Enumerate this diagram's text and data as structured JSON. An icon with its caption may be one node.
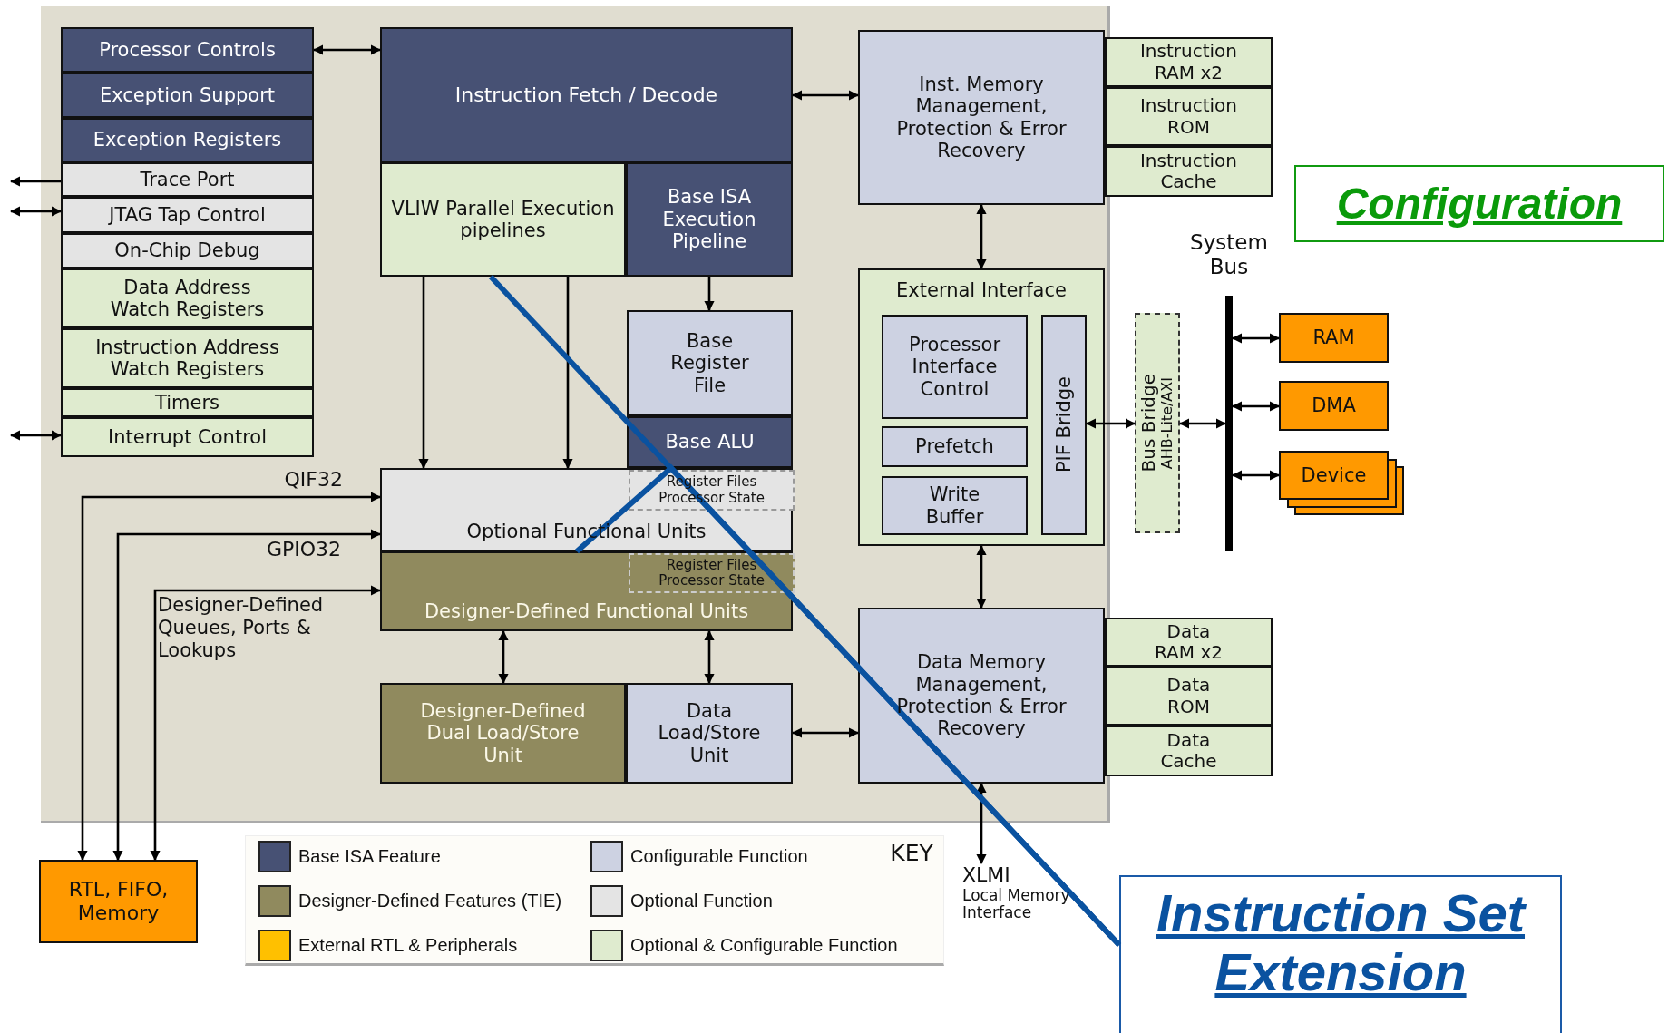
{
  "diagram": {
    "nodes": [
      {
        "text": [
          "Processor Controls"
        ]
      },
      {
        "text": [
          "Exception Support"
        ]
      },
      {
        "text": [
          "Exception Registers"
        ]
      },
      {
        "text": [
          "Trace Port"
        ]
      },
      {
        "text": [
          "JTAG Tap Control"
        ]
      },
      {
        "text": [
          "On-Chip Debug"
        ]
      },
      {
        "text": [
          "Data Address Watch Registers"
        ]
      },
      {
        "text": [
          "Instruction Address Watch Registers"
        ]
      },
      {
        "text": [
          "Timers"
        ]
      },
      {
        "text": [
          "Interrupt Control"
        ]
      },
      {
        "text": [
          "Instruction Fetch / Decode"
        ]
      },
      {
        "text": [
          "VLIW Parallel Execution pipelines"
        ]
      },
      {
        "text": [
          "Base ISA Execution Pipeline"
        ]
      },
      {
        "text": [
          "Inst. Memory Management, Protection & Error Recovery"
        ]
      },
      {
        "text": [
          "Instruction RAM x2"
        ]
      },
      {
        "text": [
          "Instruction ROM"
        ]
      },
      {
        "text": [
          "Instruction Cache"
        ]
      },
      {
        "text": [
          "Configuration"
        ]
      },
      {
        "text": [
          "External Interface"
        ]
      },
      {
        "text": [
          "Processor Interface Control"
        ],
        "in": 18
      },
      {
        "text": [
          "Prefetch"
        ],
        "in": 18
      },
      {
        "text": [
          "Write Buffer"
        ],
        "in": 18
      },
      {
        "text": [
          "PIF Bridge"
        ],
        "in": 18
      },
      {
        "text": [
          "Bus Bridge",
          "AHB-Lite/AXI"
        ]
      },
      {
        "text": [],
        "shape": "bar"
      },
      {
        "text": [
          "RAM"
        ]
      },
      {
        "text": [
          "DMA"
        ]
      },
      {
        "text": [
          "Device"
        ]
      },
      {
        "text": [
          "Base Register File"
        ]
      },
      {
        "text": [
          "Base ALU"
        ]
      },
      {
        "text": [
          "Optional Functional Units"
        ]
      },
      {
        "text": [
          "Register Files Processor State"
        ],
        "in": 30
      },
      {
        "text": [
          "Designer-Defined Functional Units"
        ]
      },
      {
        "text": [
          "Register Files Processor State"
        ],
        "in": 32
      },
      {
        "text": [
          "Designer-Defined Dual Load/Store Unit"
        ]
      },
      {
        "text": [
          "Data Load/Store Unit"
        ]
      },
      {
        "text": [
          "Data Memory Management, Protection & Error Recovery"
        ]
      },
      {
        "text": [
          "Data RAM x2"
        ]
      },
      {
        "text": [
          "Data ROM"
        ]
      },
      {
        "text": [
          "Data Cache"
        ]
      },
      {
        "text": [
          "RTL, FIFO, Memory"
        ]
      },
      {
        "text": [
          "XLMI",
          "Local Memory Interface"
        ]
      },
      {
        "text": [
          "Instruction Set Extension"
        ]
      }
    ],
    "edges": [
      {
        "from": 0,
        "to": 10,
        "arrow": "both"
      },
      {
        "from": 10,
        "to": 13,
        "arrow": "both"
      },
      {
        "from": 3,
        "to": null,
        "arrow": "to"
      },
      {
        "from": null,
        "to": 4,
        "arrow": "both"
      },
      {
        "from": null,
        "to": 9,
        "arrow": "both"
      },
      {
        "from": 11,
        "to": 30,
        "arrow": "to"
      },
      {
        "from": 11,
        "to": 30,
        "arrow": "to"
      },
      {
        "from": 12,
        "to": 28,
        "arrow": "to"
      },
      {
        "from": 13,
        "to": 18,
        "arrow": "both"
      },
      {
        "from": 18,
        "to": 36,
        "arrow": "both"
      },
      {
        "from": 36,
        "to": 41,
        "arrow": "both"
      },
      {
        "from": 22,
        "to": 23,
        "arrow": "both"
      },
      {
        "from": 23,
        "to": 24,
        "arrow": "both"
      },
      {
        "from": 24,
        "to": 25,
        "arrow": "both"
      },
      {
        "from": 24,
        "to": 26,
        "arrow": "both"
      },
      {
        "from": 24,
        "to": 27,
        "arrow": "both"
      },
      {
        "from": 32,
        "to": 34,
        "arrow": "both"
      },
      {
        "from": 32,
        "to": 35,
        "arrow": "both"
      },
      {
        "from": 35,
        "to": 36,
        "arrow": "both"
      },
      {
        "from": 40,
        "to": 30,
        "arrow": "both",
        "label": "QIF32"
      },
      {
        "from": 40,
        "to": 30,
        "arrow": "both",
        "label": "GPIO32"
      },
      {
        "from": 40,
        "to": 32,
        "arrow": "both",
        "label": "Designer-Defined Queues, Ports & Lookups"
      },
      {
        "from": 42,
        "to": 11,
        "arrow": "none",
        "style": "thick",
        "color": "#0a52a0"
      },
      {
        "from": 42,
        "to": 32,
        "arrow": "none",
        "style": "thick",
        "color": "#0a52a0"
      }
    ],
    "labels": [
      "System Bus",
      "KEY"
    ],
    "legend": [
      {
        "text": "Base ISA Feature",
        "color": "#475174"
      },
      {
        "text": "Configurable Function",
        "color": "#cdd2e2"
      },
      {
        "text": "Designer-Defined Features (TIE)",
        "color": "#908a5e"
      },
      {
        "text": "Optional Function",
        "color": "#e4e4e4"
      },
      {
        "text": "External RTL & Peripherals",
        "color": "#ffc000"
      },
      {
        "text": "Optional & Configurable Function",
        "color": "#dfebcf"
      }
    ]
  }
}
